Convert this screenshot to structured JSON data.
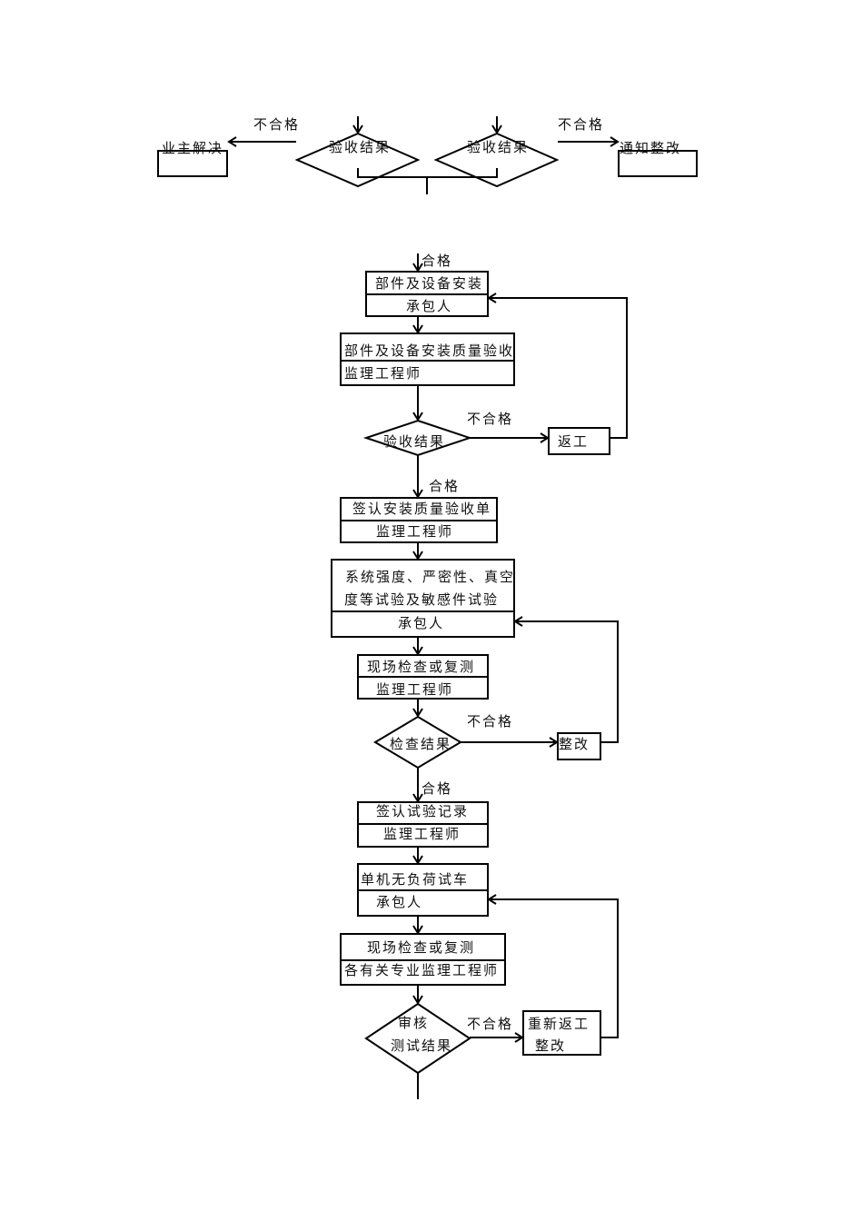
{
  "diagram": {
    "top": {
      "left_diamond": "验收结果",
      "right_diamond": "验收结果",
      "left_fail_label": "不合格",
      "right_fail_label": "不合格",
      "left_fail_box": "业主解决",
      "right_fail_box": "通知整改"
    },
    "pass_label_1": "合格",
    "step1": {
      "title": "部件及设备安装",
      "role": "承包人"
    },
    "step2": {
      "title": "部件及设备安装质量验收",
      "role": "监理工程师"
    },
    "decision1": {
      "label": "验收结果",
      "fail_label": "不合格",
      "fail_box": "返工",
      "pass_label": "合格"
    },
    "step3": {
      "title": "签认安装质量验收单",
      "role": "监理工程师"
    },
    "step4": {
      "title_line1": "系统强度、严密性、真空",
      "title_line2": "度等试验及敏感件试验",
      "role": "承包人"
    },
    "step5": {
      "title": "现场检查或复测",
      "role": "监理工程师"
    },
    "decision2": {
      "label": "检查结果",
      "fail_label": "不合格",
      "fail_box": "整改",
      "pass_label": "合格"
    },
    "step6": {
      "title": "签认试验记录",
      "role": "监理工程师"
    },
    "step7": {
      "title": "单机无负荷试车",
      "role": "承包人"
    },
    "step8": {
      "title": "现场检查或复测",
      "role": "各有关专业监理工程师"
    },
    "decision3": {
      "label_line1": "审核",
      "label_line2": "测试结果",
      "fail_label": "不合格",
      "fail_box_line1": "重新返工",
      "fail_box_line2": "整改"
    }
  }
}
